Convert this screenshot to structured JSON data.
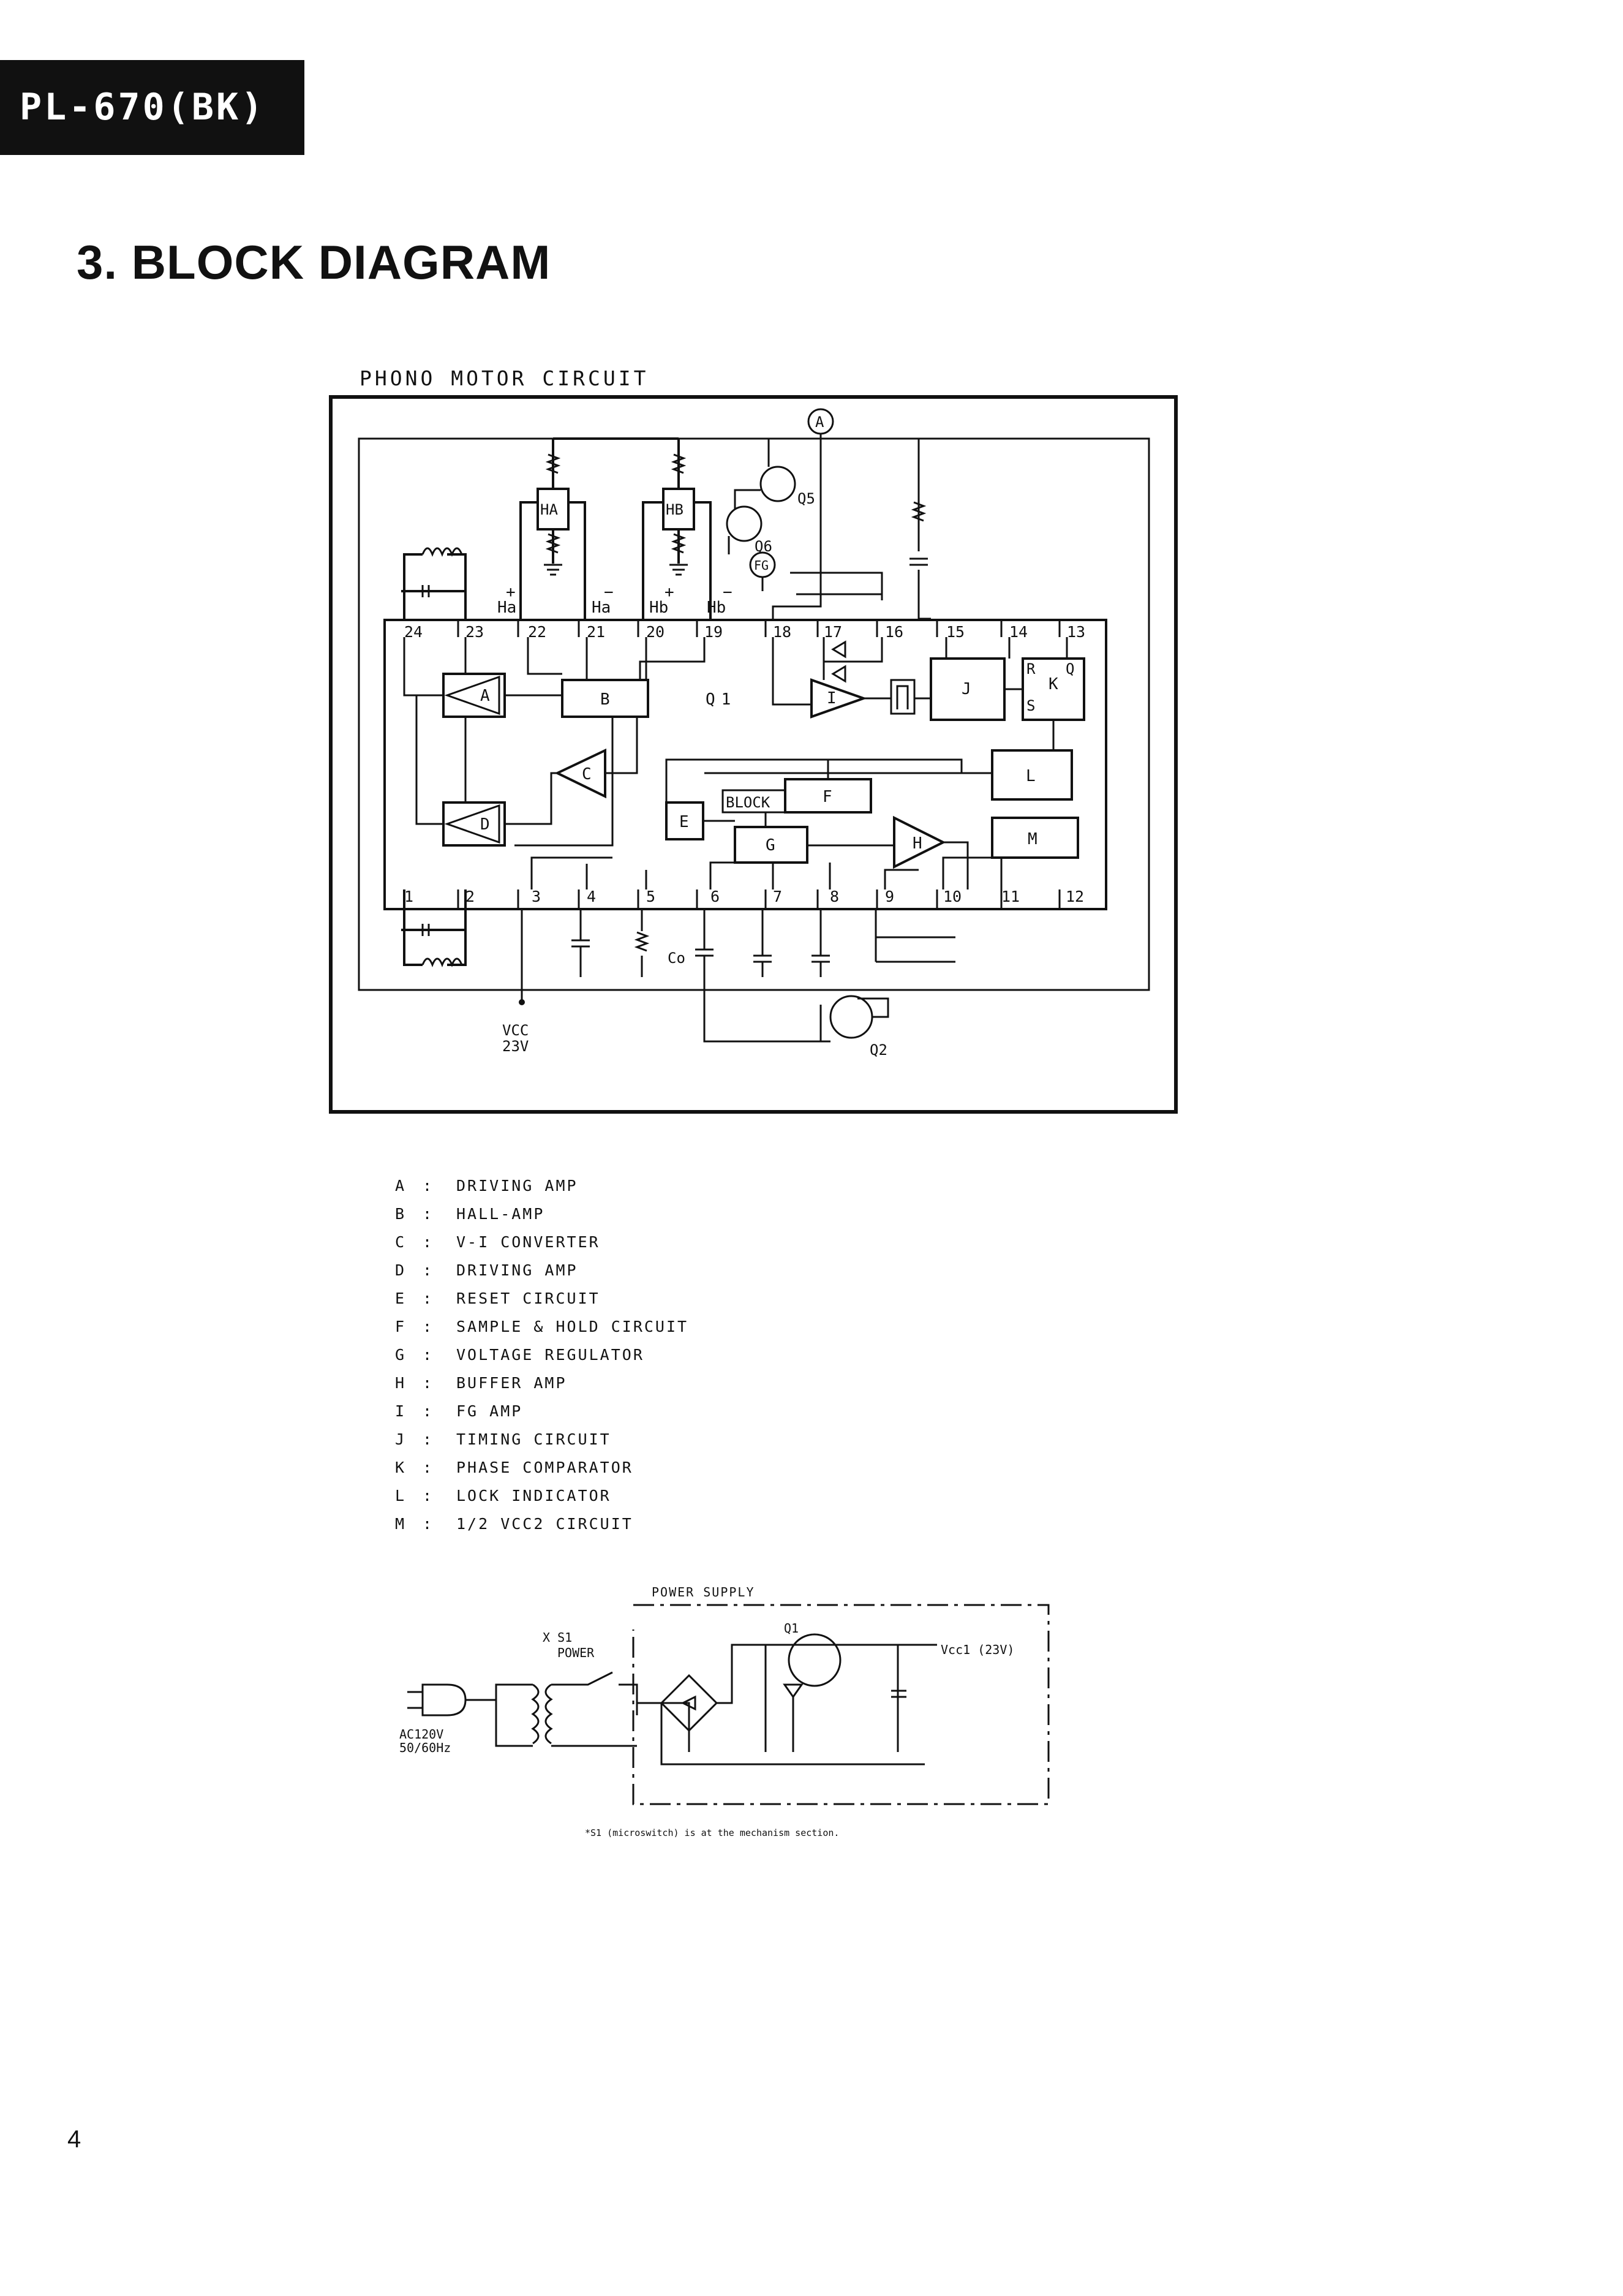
{
  "header": {
    "model_badge": "PL-670(BK)",
    "section_title": "3. BLOCK DIAGRAM"
  },
  "phono_motor_circuit": {
    "title": "PHONO MOTOR CIRCUIT",
    "ic_label": "Q1",
    "hall_signal_labels": {
      "ha_plus": "Ha",
      "ha_minus": "Ha",
      "hb_plus": "Hb",
      "hb_minus": "Hb",
      "plus": "+",
      "minus": "−"
    },
    "top_pins": [
      "24",
      "23",
      "22",
      "21",
      "20",
      "19",
      "18",
      "17",
      "16",
      "15",
      "14",
      "13"
    ],
    "bottom_pins": [
      "1",
      "2",
      "3",
      "4",
      "5",
      "6",
      "7",
      "8",
      "9",
      "10",
      "11",
      "12"
    ],
    "blocks": {
      "ha": "HA",
      "hb": "HB",
      "a": "A",
      "b": "B",
      "c": "C",
      "d": "D",
      "e": "E",
      "f": "F",
      "g": "G",
      "h": "H",
      "i": "I",
      "j": "J",
      "k": "K",
      "l": "L",
      "m": "M",
      "block": "BLOCK",
      "k_r": "R",
      "k_q": "Q",
      "k_s": "S",
      "fg": "FG"
    },
    "components": {
      "q5": "Q5",
      "q6": "Q6",
      "q2": "Q2",
      "co": "Co",
      "marker_a": "A"
    },
    "vcc": {
      "label": "VCC",
      "value": "23V"
    }
  },
  "legend": [
    {
      "key": "A",
      "sep": ":",
      "text": "DRIVING  AMP"
    },
    {
      "key": "B",
      "sep": ":",
      "text": "HALL-AMP"
    },
    {
      "key": "C",
      "sep": ":",
      "text": "V-I  CONVERTER"
    },
    {
      "key": "D",
      "sep": ":",
      "text": "DRIVING  AMP"
    },
    {
      "key": "E",
      "sep": ":",
      "text": "RESET  CIRCUIT"
    },
    {
      "key": "F",
      "sep": ":",
      "text": "SAMPLE & HOLD  CIRCUIT"
    },
    {
      "key": "G",
      "sep": ":",
      "text": "VOLTAGE  REGULATOR"
    },
    {
      "key": "H",
      "sep": ":",
      "text": "BUFFER  AMP"
    },
    {
      "key": "I",
      "sep": ":",
      "text": "FG  AMP"
    },
    {
      "key": "J",
      "sep": ":",
      "text": "TIMING  CIRCUIT"
    },
    {
      "key": "K",
      "sep": ":",
      "text": "PHASE  COMPARATOR"
    },
    {
      "key": "L",
      "sep": ":",
      "text": "LOCK  INDICATOR"
    },
    {
      "key": "M",
      "sep": ":",
      "text": "1/2  VCC2  CIRCUIT"
    }
  ],
  "power_supply": {
    "title": "POWER SUPPLY",
    "switch_ref": "X S1",
    "switch_name": "POWER",
    "ac_voltage": "AC120V",
    "ac_freq": "50/60Hz",
    "transistor": "Q1",
    "output": "Vcc1 (23V)",
    "footnote": "*S1 (microswitch) is at the mechanism section."
  },
  "page_number": "4"
}
